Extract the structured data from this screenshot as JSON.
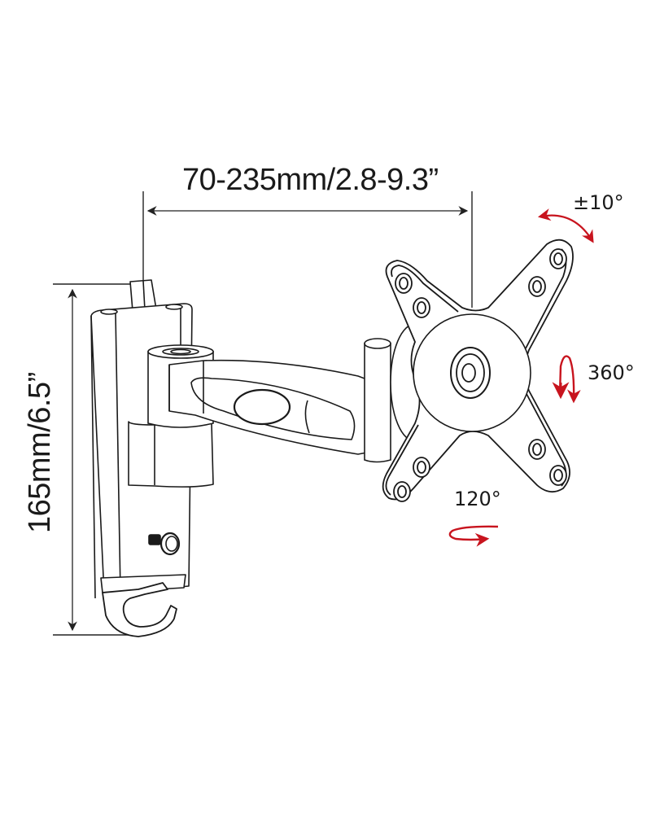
{
  "diagram": {
    "subject": "Articulating monitor wall mount arm",
    "dimensions": {
      "horizontal_extension": "70-235mm/2.8-9.3”",
      "vertical_height": "165mm/6.5”"
    },
    "adjustments": {
      "tilt": "±10°",
      "rotation": "360°",
      "swivel": "120°"
    },
    "colors": {
      "line_art": "#1a1a1a",
      "dimension_lines": "#222222",
      "motion_arrows": "#c8141e",
      "background": "#ffffff"
    },
    "components": [
      "wall-bracket",
      "pivot-joint-wall",
      "extension-arm",
      "pivot-joint-head",
      "vesa-mounting-plate",
      "locking-knob",
      "cable-hook"
    ]
  }
}
